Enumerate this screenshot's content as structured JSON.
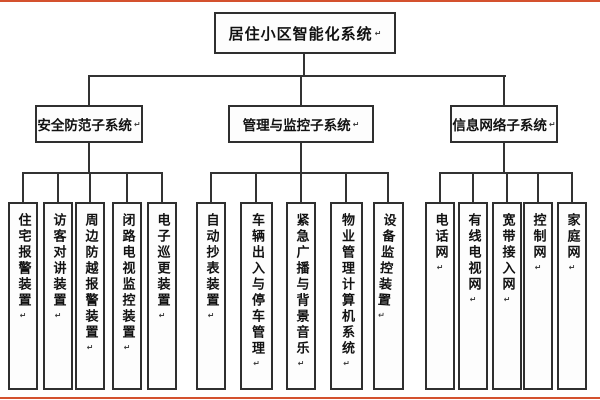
{
  "diagram": {
    "paragraph_mark": "↵",
    "colors": {
      "box_border": "#2f2f2f",
      "connector_line": "#333333",
      "text": "#111111",
      "accent_edge": "#d4512e",
      "background": "#ffffff"
    },
    "root": {
      "label": "居住小区智能化系统"
    },
    "branches": [
      {
        "label": "安全防范子系统",
        "children": [
          {
            "label": "住宅报警装置"
          },
          {
            "label": "访客对讲装置"
          },
          {
            "label": "周边防越报警装置"
          },
          {
            "label": "闭路电视监控装置"
          },
          {
            "label": "电子巡更装置"
          }
        ]
      },
      {
        "label": "管理与监控子系统",
        "children": [
          {
            "label": "自动抄表装置"
          },
          {
            "label": "车辆出入与停车管理"
          },
          {
            "label": "紧急广播与背景音乐"
          },
          {
            "label": "物业管理计算机系统"
          },
          {
            "label": "设备监控装置"
          }
        ]
      },
      {
        "label": "信息网络子系统",
        "children": [
          {
            "label": "电话网"
          },
          {
            "label": "有线电视网"
          },
          {
            "label": "宽带接入网"
          },
          {
            "label": "控制网"
          },
          {
            "label": "家庭网"
          }
        ]
      }
    ]
  }
}
